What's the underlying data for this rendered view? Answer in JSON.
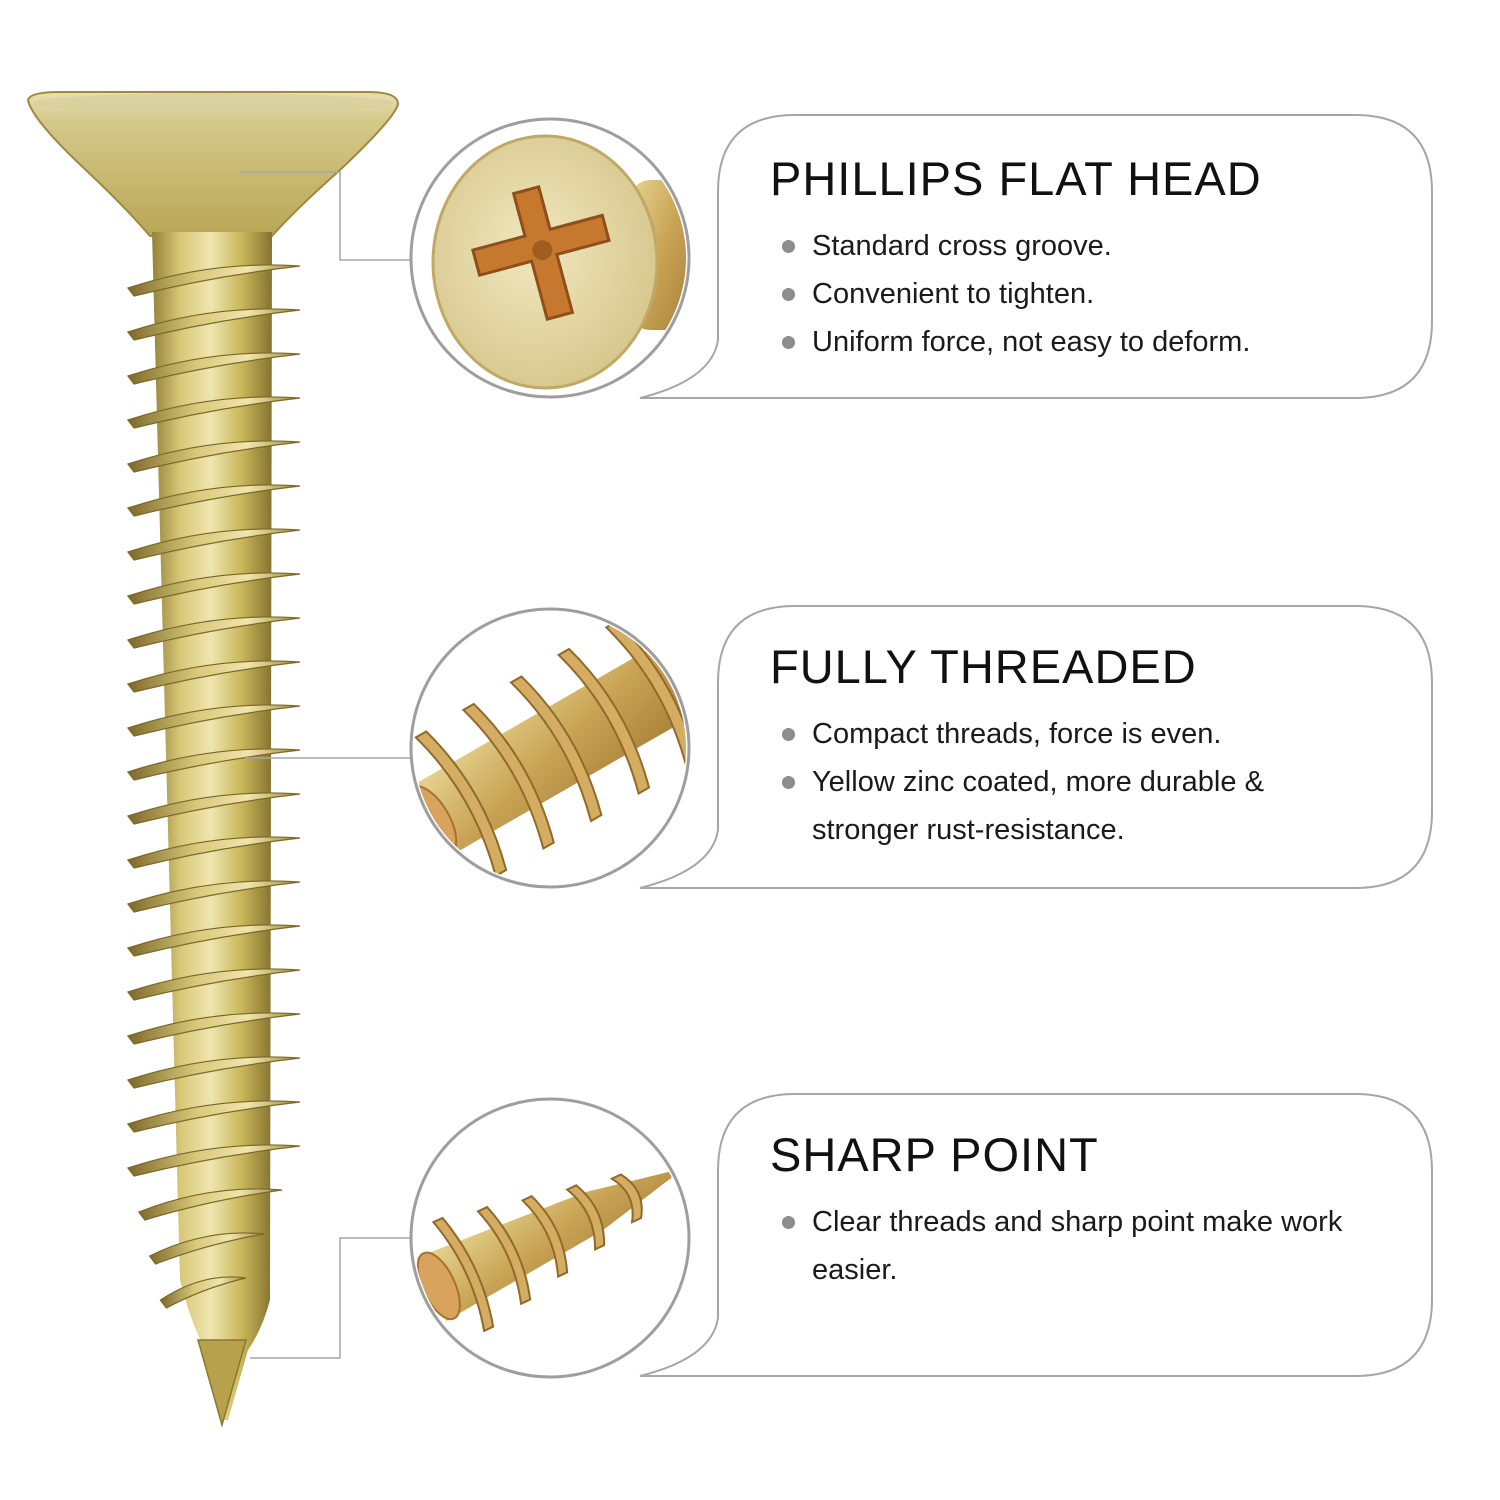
{
  "features": [
    {
      "title": "PHILLIPS FLAT HEAD",
      "bullets": [
        "Standard cross groove.",
        "Convenient to tighten.",
        "Uniform force, not easy to deform."
      ]
    },
    {
      "title": "FULLY THREADED",
      "bullets": [
        "Compact threads, force is even.",
        "Yellow zinc coated, more durable & stronger rust-resistance."
      ]
    },
    {
      "title": "SHARP POINT",
      "bullets": [
        "Clear threads and sharp point make work easier."
      ]
    }
  ],
  "colors": {
    "zinc_light": "#e3d88f",
    "zinc_mid": "#c9b75a",
    "zinc_dark": "#8f7d34",
    "copper": "#c9833e",
    "outline": "#a6a6a6"
  },
  "icons": [
    "phillips-head-icon",
    "thread-detail-icon",
    "screw-tip-icon",
    "screw-illustration"
  ]
}
